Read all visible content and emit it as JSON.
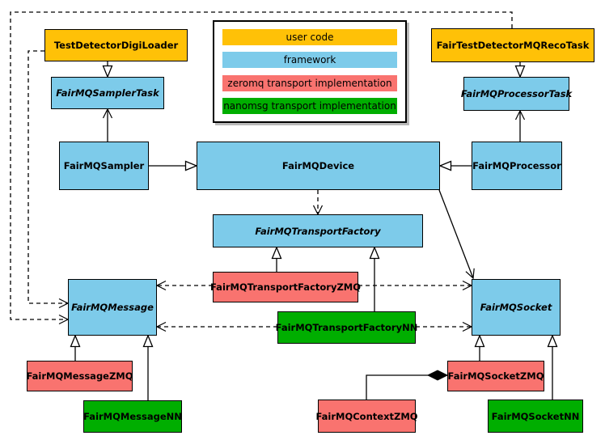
{
  "colors": {
    "user_code": "#FFC107",
    "framework": "#7DCBEA",
    "zeromq": "#F9736F",
    "nanomsg": "#00AE00",
    "border": "#000000",
    "background": "#FFFFFF"
  },
  "legend": {
    "items": [
      {
        "label": "user code",
        "color": "#FFC107"
      },
      {
        "label": "framework",
        "color": "#7DCBEA"
      },
      {
        "label": "zeromq transport implementation",
        "color": "#F9736F"
      },
      {
        "label": "nanomsg transport implementation",
        "color": "#00AE00"
      }
    ]
  },
  "nodes": {
    "test_detector_digi_loader": {
      "label": "TestDetectorDigiLoader",
      "category": "user code",
      "abstract": false
    },
    "fair_test_detector_mq_reco_task": {
      "label": "FairTestDetectorMQRecoTask",
      "category": "user code",
      "abstract": false
    },
    "fairmq_sampler_task": {
      "label": "FairMQSamplerTask",
      "category": "framework",
      "abstract": true
    },
    "fairmq_processor_task": {
      "label": "FairMQProcessorTask",
      "category": "framework",
      "abstract": true
    },
    "fairmq_sampler": {
      "label": "FairMQSampler",
      "category": "framework",
      "abstract": false
    },
    "fairmq_device": {
      "label": "FairMQDevice",
      "category": "framework",
      "abstract": false
    },
    "fairmq_processor": {
      "label": "FairMQProcessor",
      "category": "framework",
      "abstract": false
    },
    "fairmq_transport_factory": {
      "label": "FairMQTransportFactory",
      "category": "framework",
      "abstract": true
    },
    "fairmq_message": {
      "label": "FairMQMessage",
      "category": "framework",
      "abstract": true
    },
    "fairmq_socket": {
      "label": "FairMQSocket",
      "category": "framework",
      "abstract": true
    },
    "fairmq_transport_factory_zmq": {
      "label": "FairMQTransportFactoryZMQ",
      "category": "zeromq transport implementation",
      "abstract": false
    },
    "fairmq_transport_factory_nn": {
      "label": "FairMQTransportFactoryNN",
      "category": "nanomsg transport implementation",
      "abstract": false
    },
    "fairmq_message_zmq": {
      "label": "FairMQMessageZMQ",
      "category": "zeromq transport implementation",
      "abstract": false
    },
    "fairmq_message_nn": {
      "label": "FairMQMessageNN",
      "category": "nanomsg transport implementation",
      "abstract": false
    },
    "fairmq_socket_zmq": {
      "label": "FairMQSocketZMQ",
      "category": "zeromq transport implementation",
      "abstract": false
    },
    "fairmq_socket_nn": {
      "label": "FairMQSocketNN",
      "category": "nanomsg transport implementation",
      "abstract": false
    },
    "fairmq_context_zmq": {
      "label": "FairMQContextZMQ",
      "category": "zeromq transport implementation",
      "abstract": false
    }
  },
  "edges": [
    {
      "from": "TestDetectorDigiLoader",
      "to": "FairMQSamplerTask",
      "type": "inheritance"
    },
    {
      "from": "FairTestDetectorMQRecoTask",
      "to": "FairMQProcessorTask",
      "type": "inheritance"
    },
    {
      "from": "FairMQSampler",
      "to": "FairMQDevice",
      "type": "inheritance"
    },
    {
      "from": "FairMQProcessor",
      "to": "FairMQDevice",
      "type": "inheritance"
    },
    {
      "from": "FairMQSampler",
      "to": "FairMQSamplerTask",
      "type": "association"
    },
    {
      "from": "FairMQProcessor",
      "to": "FairMQProcessorTask",
      "type": "association"
    },
    {
      "from": "FairMQDevice",
      "to": "FairMQTransportFactory",
      "type": "dependency"
    },
    {
      "from": "FairMQDevice",
      "to": "FairMQSocket",
      "type": "association"
    },
    {
      "from": "FairMQTransportFactoryZMQ",
      "to": "FairMQTransportFactory",
      "type": "inheritance"
    },
    {
      "from": "FairMQTransportFactoryNN",
      "to": "FairMQTransportFactory",
      "type": "inheritance"
    },
    {
      "from": "FairMQTransportFactoryZMQ",
      "to": "FairMQMessage",
      "type": "dependency"
    },
    {
      "from": "FairMQTransportFactoryZMQ",
      "to": "FairMQSocket",
      "type": "dependency"
    },
    {
      "from": "FairMQTransportFactoryNN",
      "to": "FairMQMessage",
      "type": "dependency"
    },
    {
      "from": "FairMQTransportFactoryNN",
      "to": "FairMQSocket",
      "type": "dependency"
    },
    {
      "from": "TestDetectorDigiLoader",
      "to": "FairMQMessage",
      "type": "dependency"
    },
    {
      "from": "FairTestDetectorMQRecoTask",
      "to": "FairMQMessage",
      "type": "dependency"
    },
    {
      "from": "FairMQMessageZMQ",
      "to": "FairMQMessage",
      "type": "inheritance"
    },
    {
      "from": "FairMQMessageNN",
      "to": "FairMQMessage",
      "type": "inheritance"
    },
    {
      "from": "FairMQSocketZMQ",
      "to": "FairMQSocket",
      "type": "inheritance"
    },
    {
      "from": "FairMQSocketNN",
      "to": "FairMQSocket",
      "type": "inheritance"
    },
    {
      "from": "FairMQContextZMQ",
      "to": "FairMQSocketZMQ",
      "type": "composition"
    }
  ]
}
